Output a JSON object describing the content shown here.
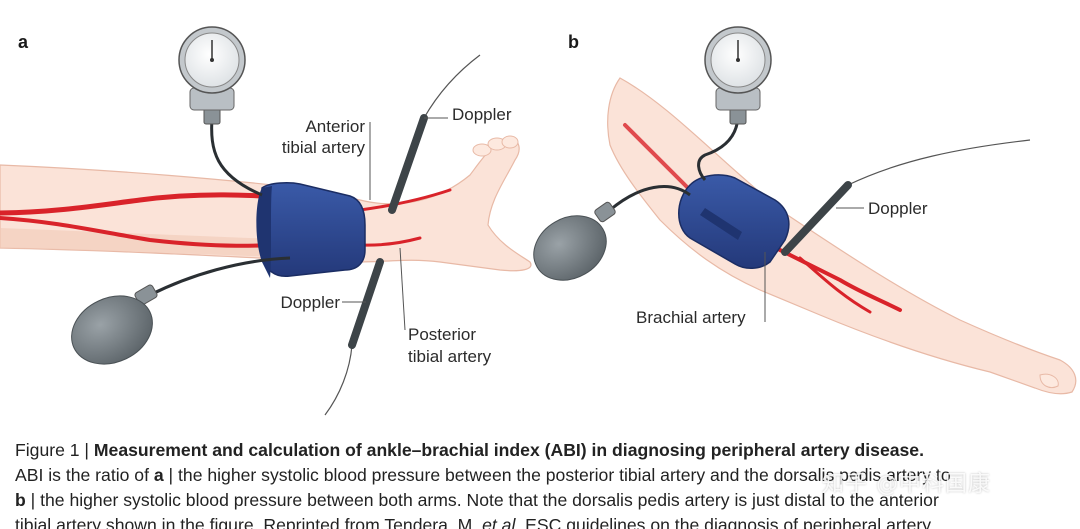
{
  "panels": {
    "a": "a",
    "b": "b"
  },
  "labels": {
    "anterior_line1": "Anterior",
    "anterior_line2": "tibial artery",
    "doppler_a_top": "Doppler",
    "doppler_a_bottom": "Doppler",
    "posterior_line1": "Posterior",
    "posterior_line2": "tibial artery",
    "doppler_b": "Doppler",
    "brachial": "Brachial artery"
  },
  "caption": {
    "figure_label": "Figure 1 | ",
    "title": "Measurement and calculation of ankle–brachial index (ABI) in diagnosing peripheral artery disease.",
    "line2_pre": "ABI is the ratio of ",
    "line2_a": "a",
    "line2_post": " | the higher systolic blood pressure between the posterior tibial artery and the dorsalis pedis artery to",
    "line3_b": "b",
    "line3_post": " | the higher systolic blood pressure between both arms. Note that the dorsalis pedis artery is just distal to the anterior",
    "line4_pre": "tibial artery shown in the figure. Reprinted from Tendera, M. ",
    "line4_italic": "et al.",
    "line4_post": " ESC guidelines on the diagnosis of peripheral artery"
  },
  "watermark": "知乎 @中科国康",
  "colors": {
    "skin": "#fbe3d8",
    "skin_shadow": "#f2c9b8",
    "cuff": "#2f4b8f",
    "cuff_dark": "#1f3470",
    "artery": "#d9232a",
    "gauge": "#b9bfc4",
    "bulb": "#6f777c",
    "probe": "#3d4448"
  }
}
